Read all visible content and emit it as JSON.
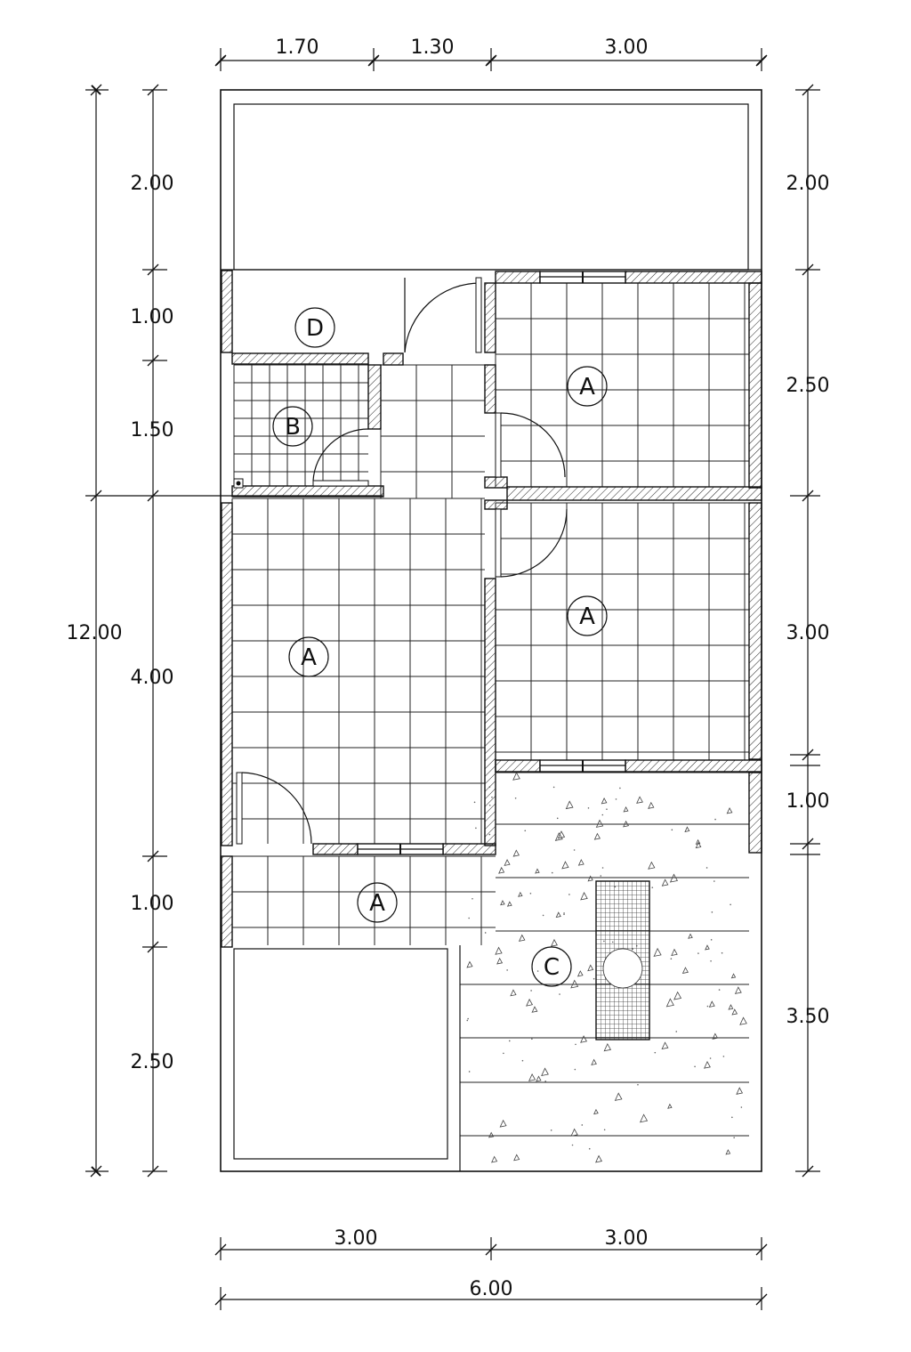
{
  "dimensions": {
    "top": [
      "1.70",
      "1.30",
      "3.00"
    ],
    "left_outer": "12.00",
    "left_inner": [
      "2.00",
      "1.00",
      "1.50",
      "4.00",
      "1.00",
      "2.50"
    ],
    "right": [
      "2.00",
      "2.50",
      "3.00",
      "1.00",
      "3.50"
    ],
    "bottom": [
      "3.00",
      "3.00"
    ],
    "total": "6.00"
  },
  "rooms": {
    "d": "D",
    "b": "B",
    "a_top_right": "A",
    "a_mid_right": "A",
    "a_main": "A",
    "a_front": "A",
    "c": "C"
  },
  "colors": {
    "ink": "#111111",
    "background": "#ffffff"
  }
}
